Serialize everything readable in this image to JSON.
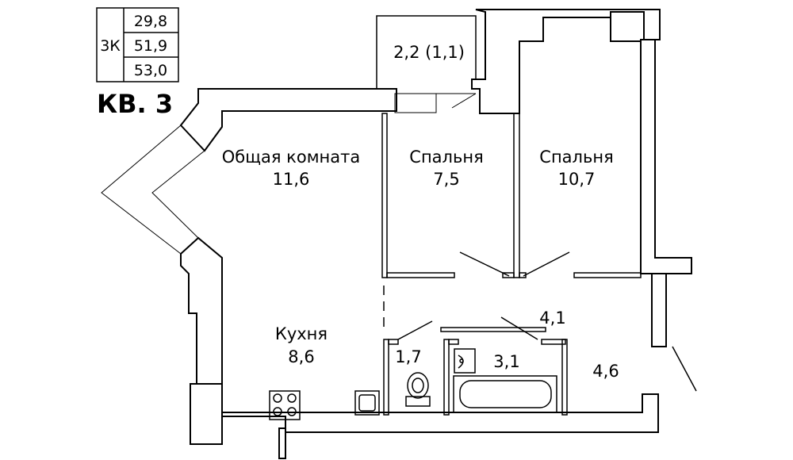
{
  "apartment": {
    "title": "КВ. 3",
    "type": "3К",
    "areas": [
      "29,8",
      "51,9",
      "53,0"
    ]
  },
  "rooms": {
    "balcony": {
      "area": "2,2 (1,1)"
    },
    "living": {
      "name": "Общая комната",
      "area": "11,6"
    },
    "bedroom_small": {
      "name": "Спальня",
      "area": "7,5"
    },
    "bedroom_large": {
      "name": "Спальня",
      "area": "10,7"
    },
    "kitchen": {
      "name": "Кухня",
      "area": "8,6"
    },
    "toilet": {
      "area": "1,7"
    },
    "bathroom": {
      "area": "3,1"
    },
    "corridor": {
      "area": "4,1"
    },
    "hall": {
      "area": "4,6"
    }
  },
  "colors": {
    "wall": "#000000",
    "background": "#ffffff"
  }
}
